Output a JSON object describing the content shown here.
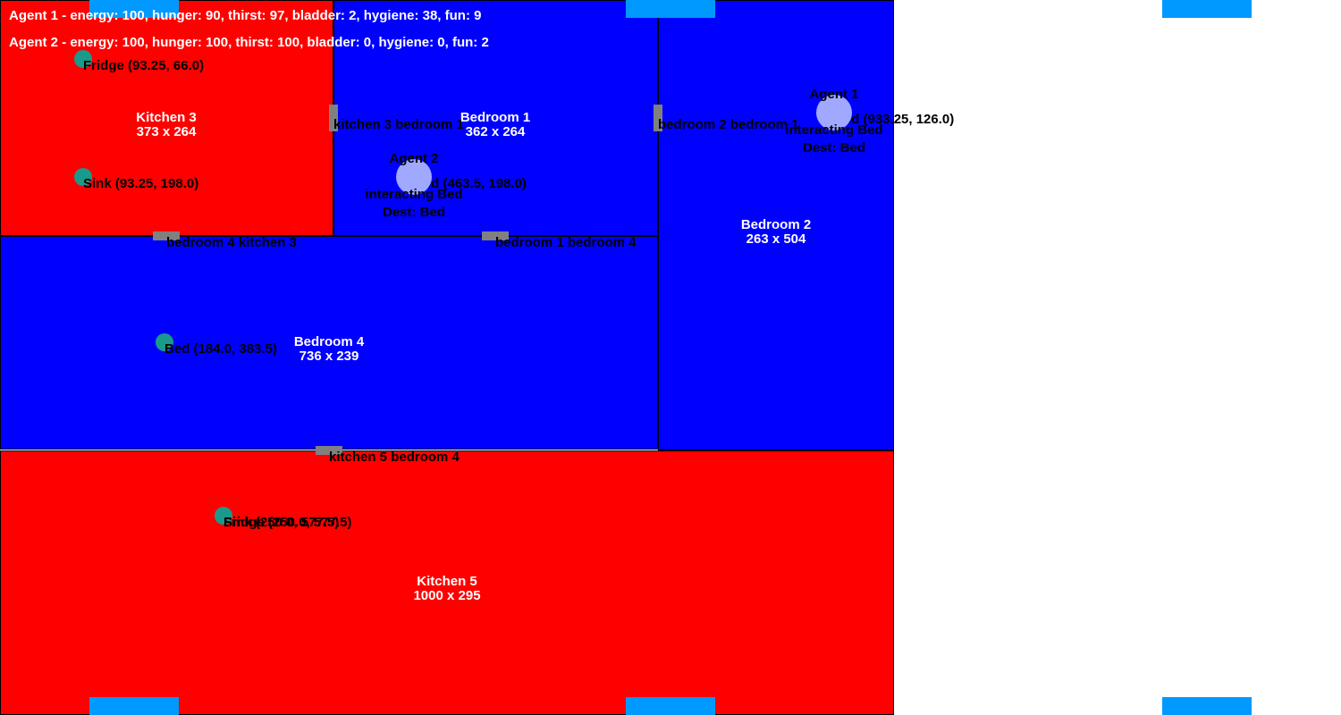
{
  "status": {
    "agent1": "Agent 1 - energy: 100, hunger: 90, thirst: 97, bladder: 2, hygiene: 38, fun: 9",
    "agent2": "Agent 2 - energy: 100, hunger: 100, thirst: 100, bladder: 0, hygiene: 0, fun: 2"
  },
  "rooms": {
    "kitchen3": {
      "name": "Kitchen 3",
      "size": "373 x 264",
      "color": "#ff0000"
    },
    "bedroom1": {
      "name": "Bedroom 1",
      "size": "362 x 264",
      "color": "#0000ff"
    },
    "bedroom2": {
      "name": "Bedroom 2",
      "size": "263 x 504",
      "color": "#0000ff"
    },
    "bedroom4": {
      "name": "Bedroom 4",
      "size": "736 x 239",
      "color": "#0000ff"
    },
    "kitchen5": {
      "name": "Kitchen 5",
      "size": "1000 x 295",
      "color": "#ff0000"
    }
  },
  "doors": {
    "kitchen3_bedroom1": "kitchen 3 bedroom 1",
    "bedroom2_bedroom1": "bedroom 2 bedroom 1",
    "bedroom4_kitchen3": "bedroom 4 kitchen 3",
    "bedroom1_bedroom4": "bedroom 1 bedroom 4",
    "kitchen5_bedroom4": "kitchen 5 bedroom 4"
  },
  "objects": {
    "fridge3": "Fridge (93.25, 66.0)",
    "sink3": "Sink (93.25, 198.0)",
    "bed1": "Bed (463.5, 198.0)",
    "bed2": "Bed (933.25, 126.0)",
    "bed4": "Bed (184.0, 383.5)",
    "sink5": "Sink (250.0, 577.5)",
    "fridge5": "Fridge (250.0, 577.5)"
  },
  "agents": {
    "agent1": {
      "name": "Agent 1",
      "action": "interacting Bed",
      "dest": "Dest: Bed"
    },
    "agent2": {
      "name": "Agent 2",
      "action": "interacting Bed",
      "dest": "Dest: Bed"
    }
  },
  "colors": {
    "kitchen": "#ff0000",
    "bedroom": "#0000ff",
    "door": "#808080",
    "object": "#1a9a8a",
    "agent": "#a0a8ff",
    "spawn": "#0099ff"
  }
}
